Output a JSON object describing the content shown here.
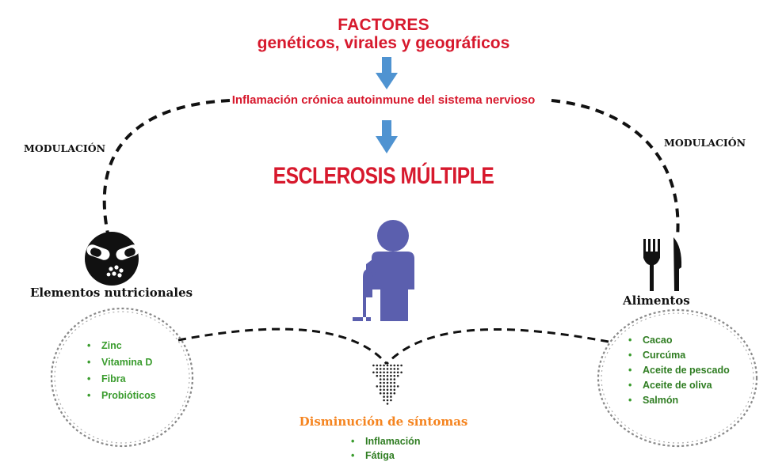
{
  "title": {
    "line1": "FACTORES",
    "line2": "genéticos, virales y geográficos"
  },
  "inflammation": "Inflamación crónica autoinmune del sistema nervioso",
  "disease": "ESCLEROSIS MÚLTIPLE",
  "modulation_left": "MODULACIÓN",
  "modulation_right": "MODULACIÓN",
  "nutrients": {
    "label": "Elementos nutricionales",
    "items": [
      "Zinc",
      "Vitamina D",
      "Fibra",
      "Probióticos"
    ]
  },
  "foods": {
    "label": "Alimentos",
    "items": [
      "Cacao",
      "Curcúma",
      "Aceite de pescado",
      "Aceite de oliva",
      "Salmón"
    ]
  },
  "outcome": {
    "label": "Disminución de síntomas",
    "items": [
      "Inflamación",
      "Fátiga"
    ]
  },
  "colors": {
    "red": "#d7192d",
    "arrow_blue": "#4f93d1",
    "person_purple": "#5b5fae",
    "orange": "#f5841f",
    "green": "#3a9c2e"
  },
  "icons": [
    "arrow-down-icon",
    "pill-bowl-icon",
    "fork-knife-icon",
    "elderly-person-cane-icon",
    "dotted-arrow-down-icon"
  ]
}
